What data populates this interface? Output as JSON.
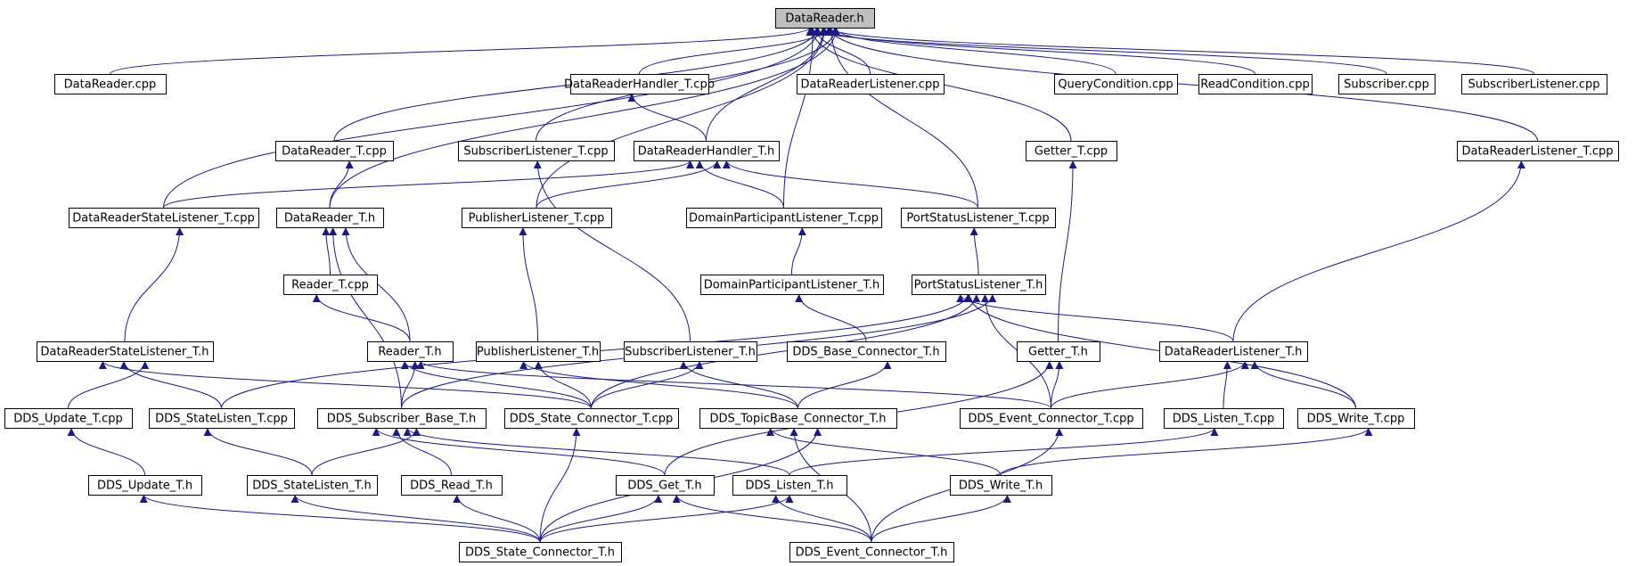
{
  "colors": {
    "edge": "#1a1a80",
    "node_border": "#000000",
    "node_fill": "#ffffff",
    "root_fill": "#bfbfbf",
    "text": "#000000"
  },
  "root": "DataReader.h",
  "nodes": [
    {
      "id": "n0",
      "label": "DataReader.h"
    },
    {
      "id": "n1",
      "label": "DataReader.cpp"
    },
    {
      "id": "n2",
      "label": "DataReaderHandler_T.cpp"
    },
    {
      "id": "n3",
      "label": "DataReaderListener.cpp"
    },
    {
      "id": "n4",
      "label": "QueryCondition.cpp"
    },
    {
      "id": "n5",
      "label": "ReadCondition.cpp"
    },
    {
      "id": "n6",
      "label": "Subscriber.cpp"
    },
    {
      "id": "n7",
      "label": "SubscriberListener.cpp"
    },
    {
      "id": "n8",
      "label": "DataReader_T.cpp"
    },
    {
      "id": "n9",
      "label": "SubscriberListener_T.cpp"
    },
    {
      "id": "n10",
      "label": "DataReaderHandler_T.h"
    },
    {
      "id": "n11",
      "label": "Getter_T.cpp"
    },
    {
      "id": "n12",
      "label": "DataReaderListener_T.cpp"
    },
    {
      "id": "n13",
      "label": "DataReaderStateListener_T.cpp"
    },
    {
      "id": "n14",
      "label": "DataReader_T.h"
    },
    {
      "id": "n15",
      "label": "PublisherListener_T.cpp"
    },
    {
      "id": "n16",
      "label": "DomainParticipantListener_T.cpp"
    },
    {
      "id": "n17",
      "label": "PortStatusListener_T.cpp"
    },
    {
      "id": "n18",
      "label": "Reader_T.cpp"
    },
    {
      "id": "n19",
      "label": "DomainParticipantListener_T.h"
    },
    {
      "id": "n20",
      "label": "PortStatusListener_T.h"
    },
    {
      "id": "n21",
      "label": "DataReaderStateListener_T.h"
    },
    {
      "id": "n22",
      "label": "Reader_T.h"
    },
    {
      "id": "n23",
      "label": "PublisherListener_T.h"
    },
    {
      "id": "n24",
      "label": "SubscriberListener_T.h"
    },
    {
      "id": "n25",
      "label": "DDS_Base_Connector_T.h"
    },
    {
      "id": "n26",
      "label": "Getter_T.h"
    },
    {
      "id": "n27",
      "label": "DataReaderListener_T.h"
    },
    {
      "id": "n28",
      "label": "DDS_Update_T.cpp"
    },
    {
      "id": "n29",
      "label": "DDS_StateListen_T.cpp"
    },
    {
      "id": "n30",
      "label": "DDS_Subscriber_Base_T.h"
    },
    {
      "id": "n31",
      "label": "DDS_State_Connector_T.cpp"
    },
    {
      "id": "n32",
      "label": "DDS_TopicBase_Connector_T.h"
    },
    {
      "id": "n33",
      "label": "DDS_Event_Connector_T.cpp"
    },
    {
      "id": "n34",
      "label": "DDS_Listen_T.cpp"
    },
    {
      "id": "n35",
      "label": "DDS_Write_T.cpp"
    },
    {
      "id": "n36",
      "label": "DDS_Update_T.h"
    },
    {
      "id": "n37",
      "label": "DDS_StateListen_T.h"
    },
    {
      "id": "n38",
      "label": "DDS_Read_T.h"
    },
    {
      "id": "n39",
      "label": "DDS_Get_T.h"
    },
    {
      "id": "n40",
      "label": "DDS_Listen_T.h"
    },
    {
      "id": "n41",
      "label": "DDS_Write_T.h"
    },
    {
      "id": "n42",
      "label": "DDS_State_Connector_T.h"
    },
    {
      "id": "n43",
      "label": "DDS_Event_Connector_T.h"
    }
  ],
  "edges": [
    [
      "n1",
      "n0"
    ],
    [
      "n2",
      "n0"
    ],
    [
      "n3",
      "n0"
    ],
    [
      "n4",
      "n0"
    ],
    [
      "n5",
      "n0"
    ],
    [
      "n6",
      "n0"
    ],
    [
      "n7",
      "n0"
    ],
    [
      "n8",
      "n0"
    ],
    [
      "n9",
      "n0"
    ],
    [
      "n10",
      "n0"
    ],
    [
      "n11",
      "n0"
    ],
    [
      "n12",
      "n0"
    ],
    [
      "n13",
      "n0"
    ],
    [
      "n14",
      "n0"
    ],
    [
      "n15",
      "n0"
    ],
    [
      "n16",
      "n0"
    ],
    [
      "n17",
      "n0"
    ],
    [
      "n10",
      "n2"
    ],
    [
      "n14",
      "n8"
    ],
    [
      "n24",
      "n9"
    ],
    [
      "n13",
      "n10"
    ],
    [
      "n15",
      "n10"
    ],
    [
      "n16",
      "n10"
    ],
    [
      "n17",
      "n10"
    ],
    [
      "n26",
      "n11"
    ],
    [
      "n27",
      "n12"
    ],
    [
      "n21",
      "n13"
    ],
    [
      "n18",
      "n14"
    ],
    [
      "n22",
      "n14"
    ],
    [
      "n30",
      "n14"
    ],
    [
      "n23",
      "n15"
    ],
    [
      "n19",
      "n16"
    ],
    [
      "n20",
      "n17"
    ],
    [
      "n22",
      "n18"
    ],
    [
      "n25",
      "n19"
    ],
    [
      "n29",
      "n20"
    ],
    [
      "n30",
      "n20"
    ],
    [
      "n31",
      "n20"
    ],
    [
      "n27",
      "n20"
    ],
    [
      "n33",
      "n20"
    ],
    [
      "n35",
      "n20"
    ],
    [
      "n28",
      "n21"
    ],
    [
      "n29",
      "n21"
    ],
    [
      "n31",
      "n21"
    ],
    [
      "n30",
      "n22"
    ],
    [
      "n31",
      "n22"
    ],
    [
      "n33",
      "n22"
    ],
    [
      "n31",
      "n23"
    ],
    [
      "n32",
      "n23"
    ],
    [
      "n31",
      "n24"
    ],
    [
      "n32",
      "n24"
    ],
    [
      "n32",
      "n25"
    ],
    [
      "n33",
      "n26"
    ],
    [
      "n39",
      "n26"
    ],
    [
      "n33",
      "n27"
    ],
    [
      "n34",
      "n27"
    ],
    [
      "n35",
      "n27"
    ],
    [
      "n36",
      "n28"
    ],
    [
      "n37",
      "n29"
    ],
    [
      "n37",
      "n30"
    ],
    [
      "n38",
      "n30"
    ],
    [
      "n39",
      "n30"
    ],
    [
      "n40",
      "n30"
    ],
    [
      "n42",
      "n31"
    ],
    [
      "n42",
      "n32"
    ],
    [
      "n43",
      "n32"
    ],
    [
      "n41",
      "n32"
    ],
    [
      "n43",
      "n33"
    ],
    [
      "n40",
      "n34"
    ],
    [
      "n41",
      "n35"
    ],
    [
      "n42",
      "n36"
    ],
    [
      "n42",
      "n37"
    ],
    [
      "n42",
      "n38"
    ],
    [
      "n42",
      "n39"
    ],
    [
      "n43",
      "n39"
    ],
    [
      "n42",
      "n40"
    ],
    [
      "n43",
      "n40"
    ],
    [
      "n43",
      "n41"
    ]
  ]
}
